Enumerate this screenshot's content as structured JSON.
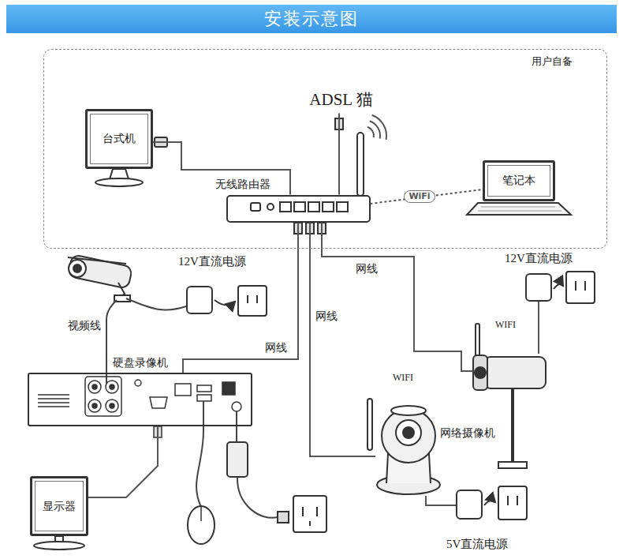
{
  "diagram": {
    "title": "安装示意图",
    "nodes": [
      {
        "text": [
          "用户自备"
        ]
      },
      {
        "text": [
          "ADSL 猫"
        ],
        "in": 0
      },
      {
        "text": [
          "台式机"
        ],
        "in": 0
      },
      {
        "text": [
          "无线路由器"
        ],
        "in": 0
      },
      {
        "text": [
          "笔记本"
        ],
        "in": 0
      },
      {
        "text": [
          "12V直流电源"
        ]
      },
      {
        "text": [
          "硬盘录像机"
        ]
      },
      {
        "text": [
          "显示器"
        ]
      },
      {
        "text": [
          "WIFI",
          "网络摄像机"
        ]
      },
      {
        "text": [
          "WIFI"
        ]
      },
      {
        "text": [
          "12V直流电源"
        ]
      },
      {
        "text": [
          "5V直流电源"
        ]
      }
    ],
    "edges": [
      {
        "from": 1,
        "to": 3,
        "arrow": "none"
      },
      {
        "from": 2,
        "to": 3,
        "arrow": "none"
      },
      {
        "from": 3,
        "to": 4,
        "label": "WiFi",
        "arrow": "none"
      },
      {
        "from": 3,
        "to": 6,
        "label": "网线",
        "arrow": "none"
      },
      {
        "from": 3,
        "to": 8,
        "label": "网线",
        "arrow": "none"
      },
      {
        "from": 3,
        "to": 9,
        "label": "网线",
        "arrow": "none"
      },
      {
        "from": 10,
        "to": 9,
        "arrow": "none"
      },
      {
        "from": 11,
        "to": 8,
        "arrow": "none"
      },
      {
        "from": 6,
        "to": 7,
        "arrow": "none"
      }
    ],
    "labels": [
      "视频线"
    ]
  }
}
